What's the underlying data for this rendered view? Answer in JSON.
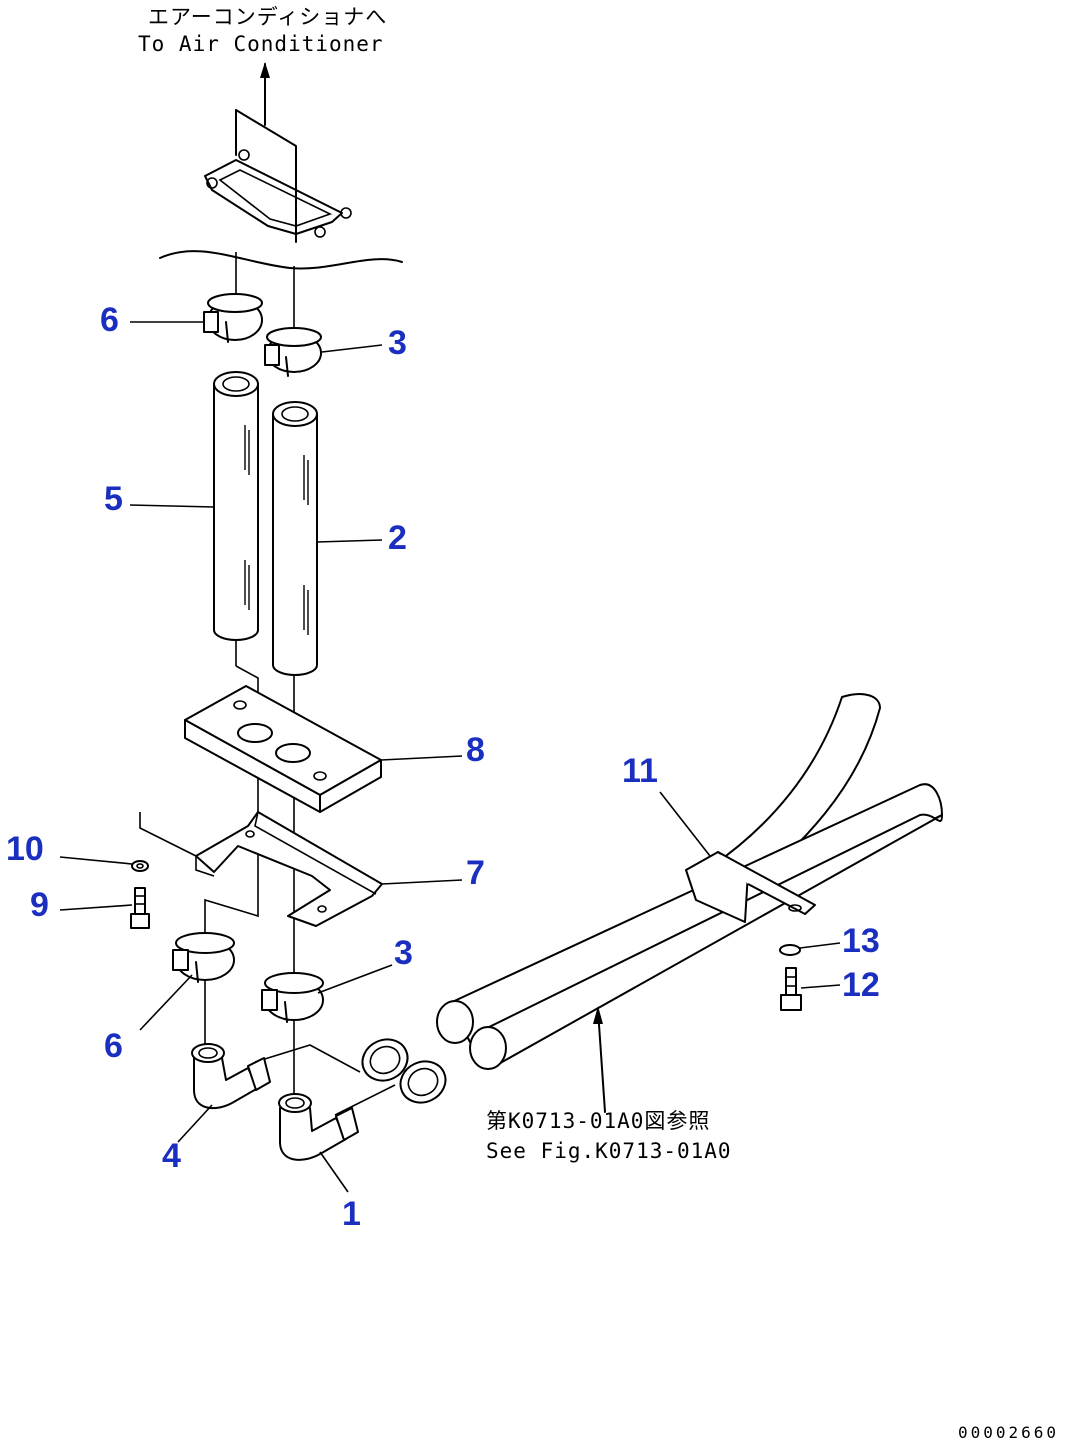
{
  "notes": {
    "top_jp": "エアーコンディショナへ",
    "top_en": "To Air Conditioner",
    "ref_jp": "第K0713-01A0図参照",
    "ref_en": "See Fig.K0713-01A0"
  },
  "drawing_code": "00002660",
  "callouts": {
    "c1": "1",
    "c2": "2",
    "c3a": "3",
    "c3b": "3",
    "c4": "4",
    "c5": "5",
    "c6a": "6",
    "c6b": "6",
    "c7": "7",
    "c8": "8",
    "c9": "9",
    "c10": "10",
    "c11": "11",
    "c12": "12",
    "c13": "13"
  },
  "colors": {
    "callout": "#1a2fbf",
    "line": "#000000",
    "background": "#ffffff"
  }
}
